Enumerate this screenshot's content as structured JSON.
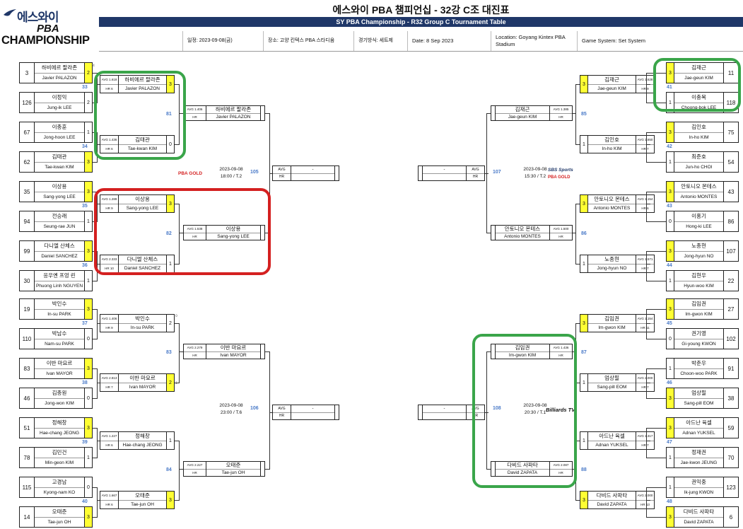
{
  "header": {
    "logo_brand": "에스와이",
    "logo_pba": "PBA",
    "logo_champ": "CHAMPIONSHIP",
    "title": "에스와이 PBA 챔피언십 - 32강 C조 대진표",
    "subtitle": "SY PBA Championship - R32 Group C Tournament Table",
    "info": {
      "date_ko": "일정: 2023-09-08(금)",
      "venue_ko": "장소: 고양 킨텍스 PBA 스타디움",
      "system_ko": "경기방식: 세트제",
      "date_en": "Date: 8 Sep 2023",
      "venue_en": "Location: Goyang Kintex PBA Stadium",
      "system_en": "Game System: Set System"
    }
  },
  "r1_left": [
    {
      "seed": "3",
      "ko": "하비에르 팔라존",
      "en": "Javier PALAZON",
      "score": "2",
      "win": true
    },
    {
      "seed": "126",
      "ko": "이정익",
      "en": "Jung-ik LEE",
      "score": "2",
      "win": false
    },
    {
      "seed": "67",
      "ko": "이종훈",
      "en": "Jong-hoon LEE",
      "score": "1",
      "win": false
    },
    {
      "seed": "62",
      "ko": "김태관",
      "en": "Tae-kwan KIM",
      "score": "3",
      "win": true
    },
    {
      "seed": "35",
      "ko": "이상용",
      "en": "Sang-yong LEE",
      "score": "3",
      "win": true
    },
    {
      "seed": "94",
      "ko": "전승래",
      "en": "Seung-rae JUN",
      "score": "1",
      "win": false
    },
    {
      "seed": "99",
      "ko": "다니엘 산체스",
      "en": "Daniel SANCHEZ",
      "score": "3",
      "win": true
    },
    {
      "seed": "30",
      "ko": "응우옌 프엉 린",
      "en": "Phuong Linh NGUYEN",
      "score": "1",
      "win": false
    },
    {
      "seed": "19",
      "ko": "박인수",
      "en": "In-su PARK",
      "score": "3",
      "win": true
    },
    {
      "seed": "110",
      "ko": "박남수",
      "en": "Nam-su PARK",
      "score": "0",
      "win": false
    },
    {
      "seed": "83",
      "ko": "이반 마요르",
      "en": "Ivan MAYOR",
      "score": "3",
      "win": true
    },
    {
      "seed": "46",
      "ko": "김종원",
      "en": "Jong-won KIM",
      "score": "0",
      "win": false
    },
    {
      "seed": "51",
      "ko": "정해창",
      "en": "Hae-chang JEONG",
      "score": "3",
      "win": true
    },
    {
      "seed": "78",
      "ko": "김민건",
      "en": "Min-geon KIM",
      "score": "1",
      "win": false
    },
    {
      "seed": "115",
      "ko": "고경남",
      "en": "Kyong-nam KO",
      "score": "0",
      "win": false
    },
    {
      "seed": "14",
      "ko": "오태준",
      "en": "Tae-jun OH",
      "score": "3",
      "win": true
    }
  ],
  "r1_right": [
    {
      "seed": "11",
      "ko": "김재근",
      "en": "Jae-geun KIM",
      "score": "3",
      "win": true
    },
    {
      "seed": "118",
      "ko": "이충복",
      "en": "Choong-bok LEE",
      "score": "1",
      "win": false
    },
    {
      "seed": "75",
      "ko": "김인호",
      "en": "In-ho KIM",
      "score": "3",
      "win": true
    },
    {
      "seed": "54",
      "ko": "최준호",
      "en": "Jun-ho CHOI",
      "score": "1",
      "win": false
    },
    {
      "seed": "43",
      "ko": "안토니오 몬테스",
      "en": "Antonio MONTES",
      "score": "3",
      "win": true
    },
    {
      "seed": "86",
      "ko": "이홍기",
      "en": "Hong-ki LEE",
      "score": "0",
      "win": false
    },
    {
      "seed": "107",
      "ko": "노종현",
      "en": "Jong-hyun NO",
      "score": "3",
      "win": true
    },
    {
      "seed": "22",
      "ko": "김현우",
      "en": "Hyun-woo KIM",
      "score": "1",
      "win": false
    },
    {
      "seed": "27",
      "ko": "김임권",
      "en": "Im-gwon KIM",
      "score": "3",
      "win": true
    },
    {
      "seed": "102",
      "ko": "권기영",
      "en": "Gi-young KWON",
      "score": "0",
      "win": false
    },
    {
      "seed": "91",
      "ko": "박춘우",
      "en": "Choon-woo PARK",
      "score": "1",
      "win": false
    },
    {
      "seed": "38",
      "ko": "엄상필",
      "en": "Sang-pill EOM",
      "score": "3",
      "win": true
    },
    {
      "seed": "59",
      "ko": "아드난 육셀",
      "en": "Adnan YUKSEL",
      "score": "3",
      "win": true
    },
    {
      "seed": "70",
      "ko": "정재권",
      "en": "Jae-kwon JEUNG",
      "score": "1",
      "win": false
    },
    {
      "seed": "123",
      "ko": "권익중",
      "en": "Ik-jung KWON",
      "score": "1",
      "win": false
    },
    {
      "seed": "6",
      "ko": "다비드 사파타",
      "en": "David ZAPATA",
      "score": "3",
      "win": true
    }
  ],
  "r1_match_left": [
    "33",
    "34",
    "35",
    "36",
    "37",
    "38",
    "39",
    "40"
  ],
  "r1_match_right": [
    "41",
    "42",
    "43",
    "44",
    "45",
    "46",
    "47",
    "48"
  ],
  "r1_extra": [
    "4",
    "0",
    "1"
  ],
  "r2_left": [
    {
      "avg": "AVG 1.618",
      "hr": "HR 6",
      "ko": "하비에르 팔라존",
      "en": "Javier PALAZON",
      "score": "3",
      "win": true
    },
    {
      "avg": "AVG 1.436",
      "hr": "HR 6",
      "ko": "김태관",
      "en": "Tae-kwan KIM",
      "score": "0",
      "win": false
    },
    {
      "avg": "AVG 1.289",
      "hr": "HR 9",
      "ko": "이상용",
      "en": "Sang-yong LEE",
      "score": "3",
      "win": true
    },
    {
      "avg": "AVG 2.333",
      "hr": "HR 10",
      "ko": "다니엘 산체스",
      "en": "Daniel SANCHEZ",
      "score": "1",
      "win": false
    },
    {
      "avg": "AVG 1.406",
      "hr": "HR 9",
      "ko": "박인수",
      "en": "In-su PARK",
      "score": "2",
      "win": false
    },
    {
      "avg": "AVG 2.813",
      "hr": "HR 7",
      "ko": "이반 마요르",
      "en": "Ivan MAYOR",
      "score": "2",
      "win": true
    },
    {
      "avg": "AVG 1.227",
      "hr": "HR 6",
      "ko": "정해창",
      "en": "Hae-chang JEONG",
      "score": "1",
      "win": false
    },
    {
      "avg": "AVG 1.667",
      "hr": "HR 6",
      "ko": "오태준",
      "en": "Tae-jun OH",
      "score": "3",
      "win": true
    }
  ],
  "r2_right": [
    {
      "avg": "AVG 1.628",
      "hr": "HR 9",
      "ko": "김재근",
      "en": "Jae-geun KIM",
      "score": "3",
      "win": true
    },
    {
      "avg": "AVG 1.650",
      "hr": "HR 7",
      "ko": "김인호",
      "en": "In-ho KIM",
      "score": "1",
      "win": false
    },
    {
      "avg": "AVG 1.154",
      "hr": "HR 6",
      "ko": "안토니오 몬테스",
      "en": "Antonio MONTES",
      "score": "3",
      "win": true
    },
    {
      "avg": "AVG 1.571",
      "hr": "HR 7",
      "ko": "노종현",
      "en": "Jong-hyun NO",
      "score": "1",
      "win": false
    },
    {
      "avg": "AVG 1.154",
      "hr": "HR 11",
      "ko": "김임권",
      "en": "Im-gwon KIM",
      "score": "3",
      "win": true
    },
    {
      "avg": "AVG 2.000",
      "hr": "HR 7",
      "ko": "엄상필",
      "en": "Sang-pill EOM",
      "score": "1",
      "win": false
    },
    {
      "avg": "AVG 1.317",
      "hr": "HR 7",
      "ko": "아드난 육셀",
      "en": "Adnan YUKSEL",
      "score": "1",
      "win": false
    },
    {
      "avg": "AVG 2.000",
      "hr": "HR 13",
      "ko": "다비드 사파타",
      "en": "David ZAPATA",
      "score": "3",
      "win": true
    }
  ],
  "r2_match_left": [
    "81",
    "82",
    "83",
    "84"
  ],
  "r2_match_right": [
    "85",
    "86",
    "87",
    "88"
  ],
  "r2_extra": [
    "0",
    "1"
  ],
  "r3_left": [
    {
      "avg": "AVG 1.406",
      "hr": "HR",
      "ko": "하비에르 팔라존",
      "en": "Javier PALAZON"
    },
    {
      "avg": "AVG 1.538",
      "hr": "HR",
      "ko": "이상용",
      "en": "Sang-yong LEE"
    },
    {
      "avg": "AVG 2.279",
      "hr": "HR",
      "ko": "이반 마요르",
      "en": "Ivan MAYOR"
    },
    {
      "avg": "AVG 2.227",
      "hr": "HR",
      "ko": "오태준",
      "en": "Tae-jun OH"
    }
  ],
  "r3_right": [
    {
      "avg": "AVG 1.385",
      "hr": "HR",
      "ko": "김재근",
      "en": "Jae-geun KIM"
    },
    {
      "avg": "AVG 1.500",
      "hr": "HR",
      "ko": "안토니오 몬테스",
      "en": "Antonio MONTES"
    },
    {
      "avg": "AVG 1.436",
      "hr": "HR",
      "ko": "김임권",
      "en": "Im-gwon KIM"
    },
    {
      "avg": "AVG 2.087",
      "hr": "HR",
      "ko": "다비드 사파타",
      "en": "David ZAPATA"
    }
  ],
  "r3_match": [
    "105",
    "107",
    "106",
    "108"
  ],
  "schedule": [
    {
      "date": "2023-09-08",
      "time": "18:00 / T.2"
    },
    {
      "date": "2023-09-08",
      "time": "15:30 / T.2"
    },
    {
      "date": "2023-09-08",
      "time": "23:00 / T.6"
    },
    {
      "date": "2023-09-08",
      "time": "20:30 / T.1"
    }
  ],
  "broadcast": {
    "pba_gold": "PBA GOLD",
    "sbs": "SBS Sports",
    "billiards": "Billiards TV"
  },
  "finals": [
    {
      "avg": "AVG",
      "hr": "HR",
      "name": "-"
    },
    {
      "avg": "AVG",
      "hr": "HR",
      "name": "-"
    },
    {
      "avg": "AVG",
      "hr": "HR",
      "name": "-"
    },
    {
      "avg": "AVG",
      "hr": "HR",
      "name": "-"
    }
  ],
  "colors": {
    "highlight": "#ffff33",
    "navy": "#1f3768",
    "match_no": "#4a7ac8",
    "green_box": "#3aa54a",
    "red_box": "#d42020"
  }
}
